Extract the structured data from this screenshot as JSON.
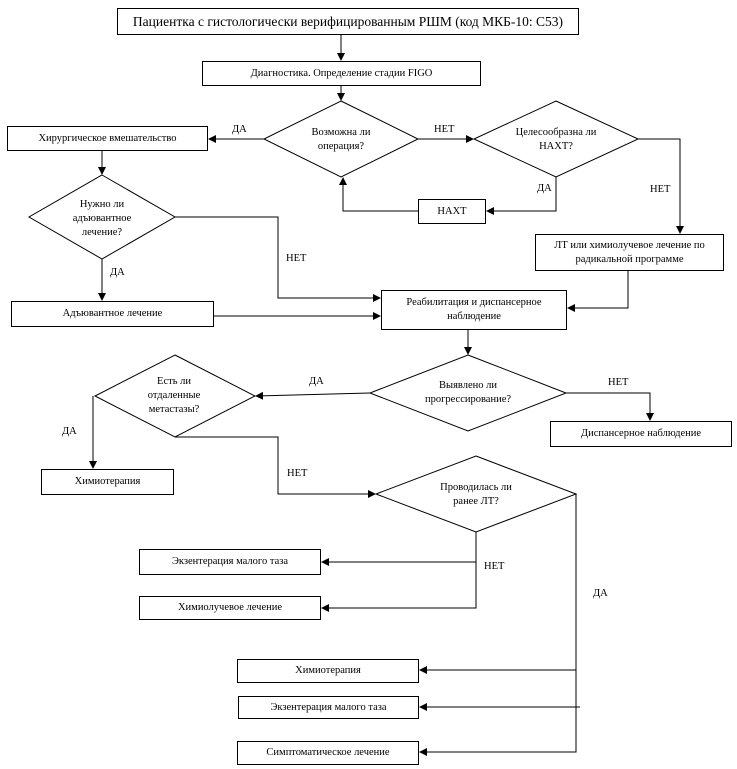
{
  "title": "Пациентка с гистологически верифицированным РШМ (код МКБ-10: С53)",
  "boxes": {
    "diagnostics": "Диагностика. Определение стадии FIGO",
    "surgery": "Хирургическое вмешательство",
    "naht": "НАХТ",
    "rt_radical": "ЛТ или химиолучевое лечение по радикальной программе",
    "adjuvant": "Адъювантное лечение",
    "rehab": "Реабилитация и диспансерное наблюдение",
    "dispensary": "Диспансерное наблюдение",
    "chemo_1": "Химиотерапия",
    "exenteration_1": "Экзентерация малого таза",
    "chemoradiation": "Химиолучевое лечение",
    "chemo_2": "Химиотерапия",
    "exenteration_2": "Экзентерация малого таза",
    "symptomatic": "Симптоматическое лечение"
  },
  "decisions": {
    "operation_possible": "Возможна ли операция?",
    "naht_appropriate": "Целесообразна ли НАХТ?",
    "adjuvant_needed": "Нужно ли адъювантное лечение?",
    "progression": "Выявлено ли прогрессирование?",
    "metastases": "Есть ли отдаленные метастазы?",
    "prior_rt": "Проводилась ли ранее ЛТ?"
  },
  "labels": {
    "yes_surgery": "ДА",
    "no_operation": "НЕТ",
    "yes_naht": "ДА",
    "no_naht": "НЕТ",
    "no_adjuvant": "НЕТ",
    "yes_adjuvant": "ДА",
    "yes_progression": "ДА",
    "no_progression": "НЕТ",
    "yes_metastases": "ДА",
    "no_metastases": "НЕТ",
    "no_prior_rt": "НЕТ",
    "yes_prior_rt": "ДА"
  }
}
